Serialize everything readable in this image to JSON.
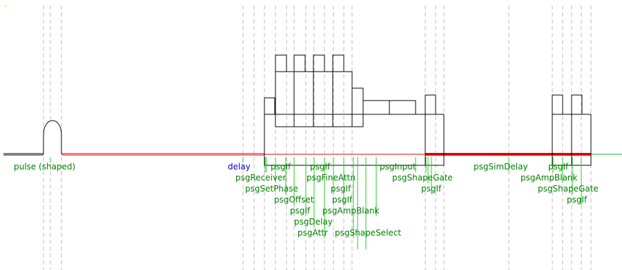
{
  "colors": {
    "label_green": "#008000",
    "label_blue": "#0000cc",
    "timeline_red": "#e00000",
    "outline": "#000000",
    "marker_green": "#22cc22",
    "guide_gray": "#bdbdbd",
    "corner_mark": "#ffd400"
  },
  "labels": {
    "pulse": "pulse (shaped)",
    "delay": "delay",
    "psgif_1": "psgIf",
    "psgif_2": "psgIf",
    "psginput": "psgInput",
    "psgsimdelay": "psgSimDelay",
    "psgif_3": "psgIf",
    "psgreceiver": "psgReceiver",
    "psgfineattn": "psgFineAttn",
    "psgshapegate_1": "psgShapeGate",
    "psgampblank_2": "psgAmpBlank",
    "psgsetphase": "psgSetPhase",
    "psgif_4": "psgIf",
    "psgif_5": "psgIf",
    "psgshapegate_2": "psgShapeGate",
    "psgoffset": "psgOffset",
    "psgif_6": "psgIf",
    "psgif_7": "psgIf",
    "psgif_8": "psgIf",
    "psgampblank_1": "psgAmpBlank",
    "psgdelay": "psgDelay",
    "psgattr": "psgAttr",
    "psgshapeselect": "psgShapeSelect"
  }
}
